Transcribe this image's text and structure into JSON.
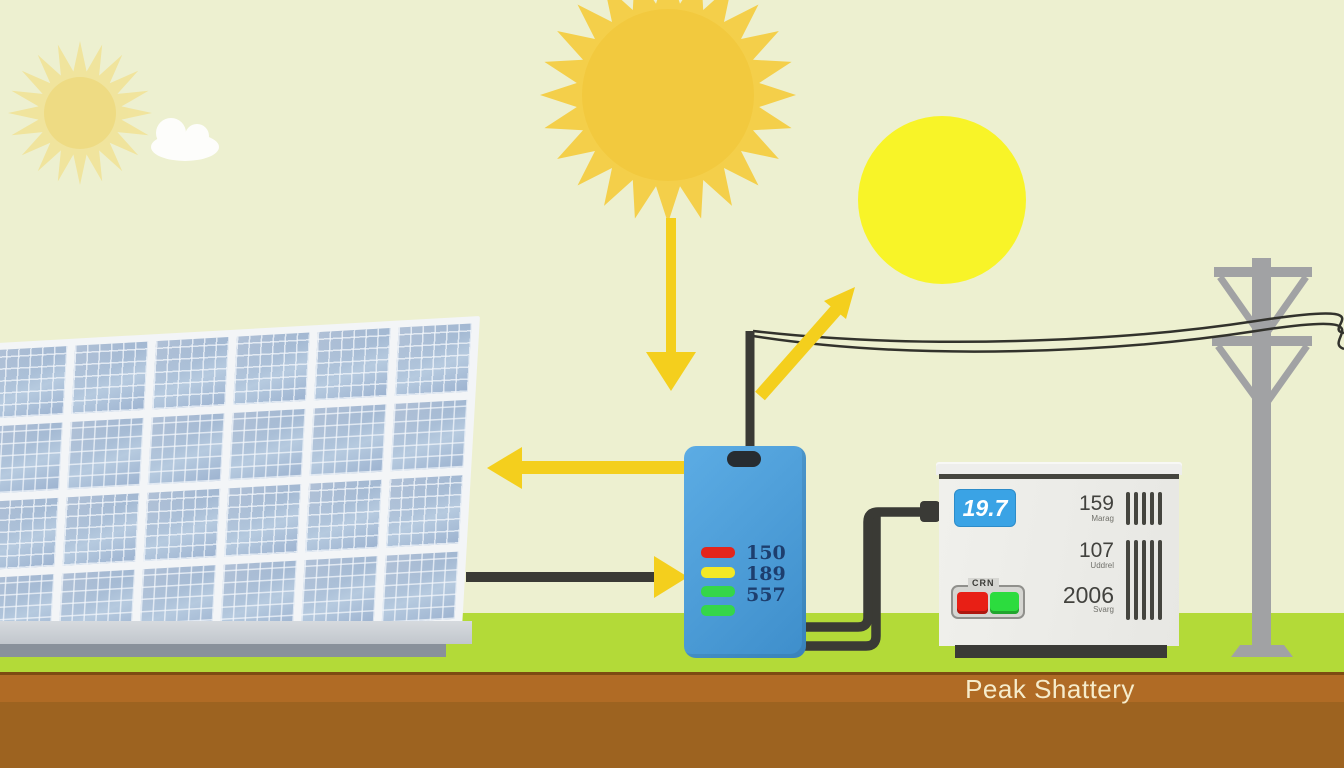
{
  "caption": "Peak Shattery",
  "battery_unit": {
    "values": [
      "150",
      "189",
      "557"
    ],
    "bar_colors": [
      "#e3251c",
      "#f2e926",
      "#35d64a",
      "#35d64a"
    ]
  },
  "grid_meter": {
    "display_value": "19.7",
    "readouts": [
      {
        "value": "159",
        "label": "Marag"
      },
      {
        "value": "107",
        "label": "Uddrel"
      },
      {
        "value": "2006",
        "label": "Svarg"
      }
    ],
    "switch_label": "CRN",
    "button_colors": [
      "#e81f15",
      "#2cdc3e"
    ]
  },
  "palette": {
    "sky": "#edf0d0",
    "grass": "#b3da38",
    "soil": "#a8681f",
    "arrow_yellow": "#f4cf1d",
    "battery_blue": "#4a9cd9",
    "sun_gold": "#f2c93e",
    "sun_bright": "#f8f428",
    "display_blue": "#3aa3e5",
    "wire_dark": "#3a3a35"
  }
}
